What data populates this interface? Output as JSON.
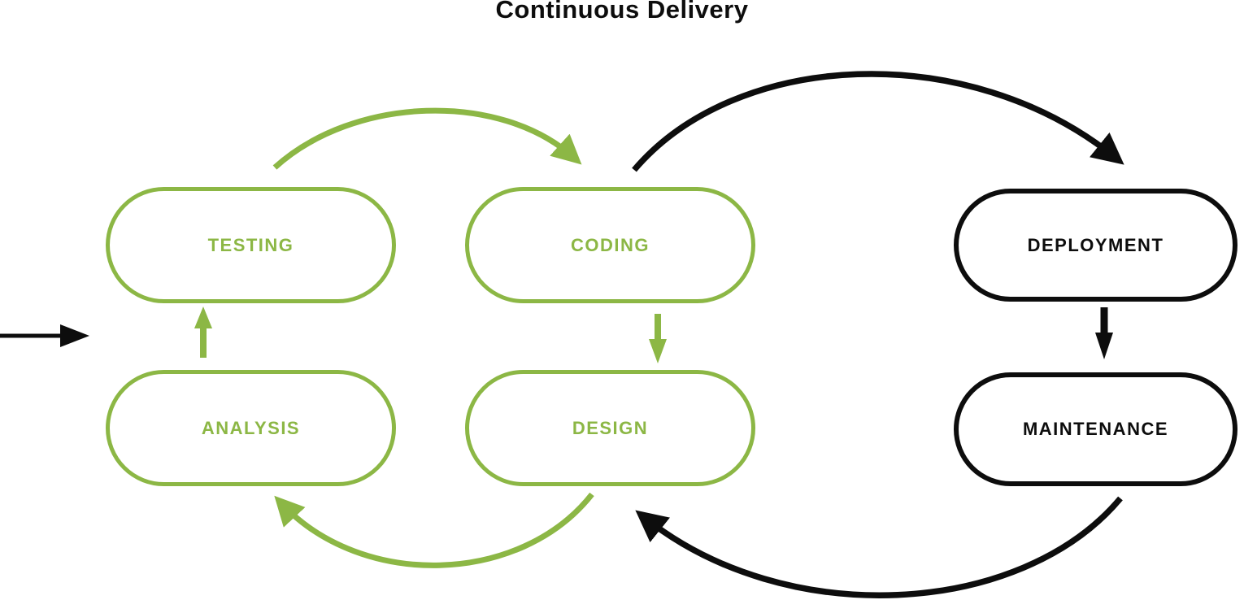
{
  "title": "Continuous Delivery",
  "colors": {
    "cycle_green": "#8CB745",
    "delivery_black": "#0d0d0d",
    "background": "#ffffff"
  },
  "nodes": [
    {
      "id": "testing",
      "label": "TESTING",
      "color": "green"
    },
    {
      "id": "coding",
      "label": "CODING",
      "color": "green"
    },
    {
      "id": "analysis",
      "label": "ANALYSIS",
      "color": "green"
    },
    {
      "id": "design",
      "label": "DESIGN",
      "color": "green"
    },
    {
      "id": "deployment",
      "label": "DEPLOYMENT",
      "color": "black"
    },
    {
      "id": "maintenance",
      "label": "MAINTENANCE",
      "color": "black"
    }
  ],
  "edges": [
    {
      "from": "testing",
      "to": "coding",
      "color": "green",
      "shape": "arc-over-top"
    },
    {
      "from": "coding",
      "to": "design",
      "color": "green",
      "shape": "straight-down"
    },
    {
      "from": "design",
      "to": "analysis",
      "color": "green",
      "shape": "arc-under-bottom"
    },
    {
      "from": "analysis",
      "to": "testing",
      "color": "green",
      "shape": "straight-up"
    },
    {
      "from": "coding",
      "to": "deployment",
      "color": "black",
      "shape": "arc-over-top"
    },
    {
      "from": "deployment",
      "to": "maintenance",
      "color": "black",
      "shape": "straight-down"
    },
    {
      "from": "maintenance",
      "to": "design",
      "color": "black",
      "shape": "arc-under-bottom"
    },
    {
      "from": "outside-left",
      "to": "cycle",
      "color": "black",
      "shape": "entry-horizontal-right"
    }
  ]
}
